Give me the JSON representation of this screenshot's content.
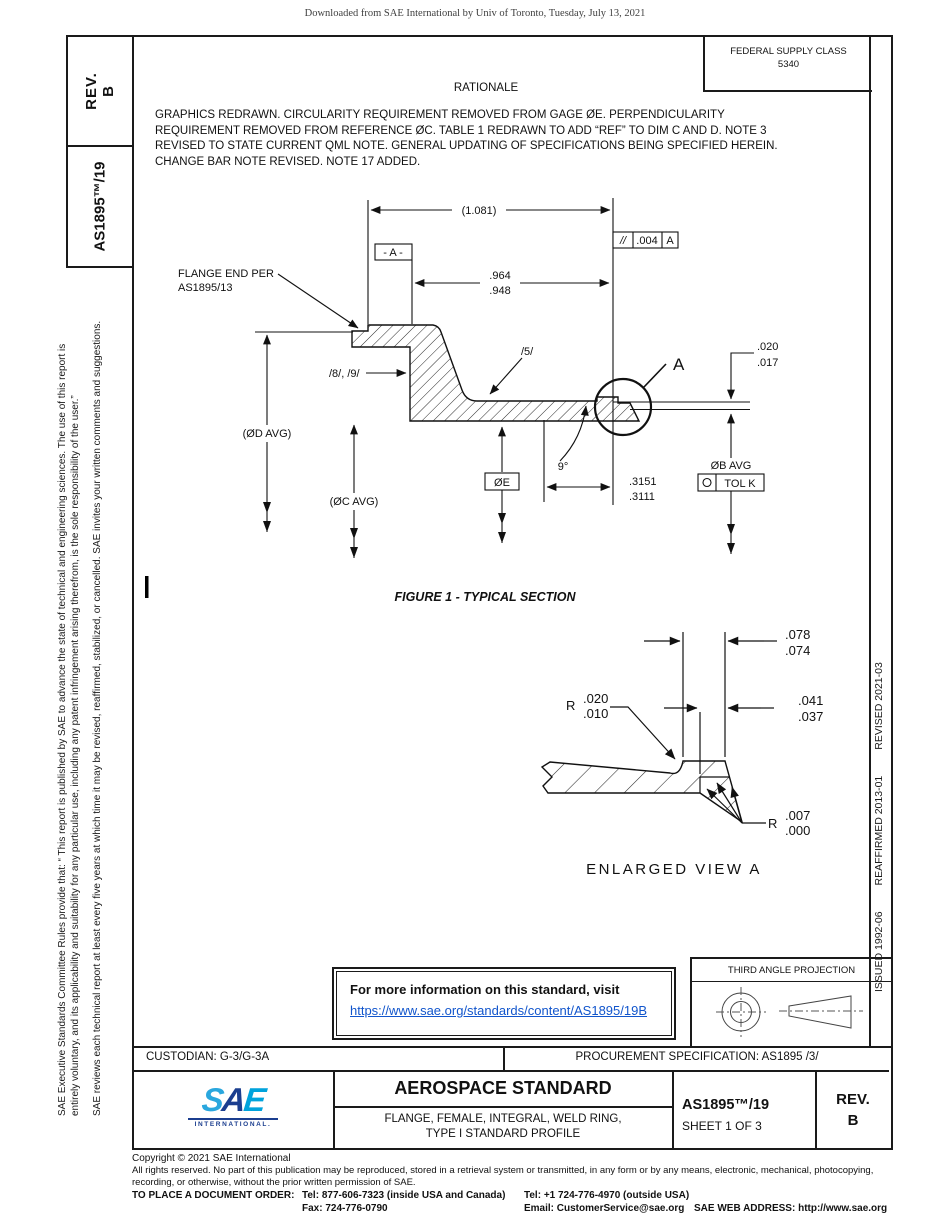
{
  "header": {
    "download_note": "Downloaded from SAE International by Univ of Toronto, Tuesday, July 13, 2021"
  },
  "left_sidebar": {
    "rev": "REV.\nB",
    "doc_number": "AS1895™/19",
    "legal_1": "SAE Executive Standards Committee Rules provide that: “ This report is published by SAE to advance the state of technical and engineering sciences. The use of this report is\nentirely voluntary, and its applicability and suitability for any particular use, including any patent infringement arising therefrom, is the sole responsibility of the user.”",
    "legal_2": "SAE reviews each technical report at least every five years at which time it may be revised, reaffirmed, stabilized, or cancelled. SAE invites your written comments and suggestions."
  },
  "right_sidebar": {
    "issued": "ISSUED 1992-06",
    "reaffirmed": "REAFFIRMED 2013-01",
    "revised": "REVISED 2021-03"
  },
  "federal_supply": {
    "line1": "FEDERAL SUPPLY CLASS",
    "line2": "5340"
  },
  "rationale": {
    "heading": "RATIONALE",
    "body": "GRAPHICS REDRAWN. CIRCULARITY REQUIREMENT REMOVED FROM GAGE ØE. PERPENDICULARITY\nREQUIREMENT REMOVED FROM REFERENCE ØC. TABLE 1 REDRAWN TO ADD “REF” TO DIM C AND D. NOTE 3\nREVISED TO STATE CURRENT QML NOTE. GENERAL UPDATING OF SPECIFICATIONS BEING SPECIFIED HEREIN.\nCHANGE BAR NOTE REVISED. NOTE 17 ADDED."
  },
  "figure1": {
    "caption": "FIGURE 1 - TYPICAL SECTION",
    "flange_end_line1": "FLANGE END PER",
    "flange_end_line2": "AS1895/13",
    "datum_a": "- A -",
    "fcf_symbol": "//",
    "fcf_value": ".004",
    "fcf_datum": "A",
    "dim_overall": "(1.081)",
    "dim_964": ".964",
    "dim_948": ".948",
    "note_5": "/5/",
    "note_89": "/8/, /9/",
    "dia_d": "(ØD AVG)",
    "dia_c": "(ØC AVG)",
    "dia_e": "ØE",
    "angle_9": "9°",
    "dim_3151": ".3151",
    "dim_3111": ".3111",
    "dim_020": ".020",
    "dim_017": ".017",
    "dia_b": "ØB AVG",
    "tol_k": "TOL K",
    "detail_a": "A"
  },
  "enlarged": {
    "caption": "ENLARGED VIEW A",
    "dim_078": ".078",
    "dim_074": ".074",
    "dim_041": ".041",
    "dim_037": ".037",
    "r_label1": "R",
    "r1_upper": ".020",
    "r1_lower": ".010",
    "r_label2": "R",
    "r2_upper": ".007",
    "r2_lower": ".000"
  },
  "info_box": {
    "line1": "For more information on this standard, visit",
    "link": "https://www.sae.org/standards/content/AS1895/19B"
  },
  "projection_box": {
    "title": "THIRD ANGLE PROJECTION"
  },
  "footer_rows": {
    "custodian": "CUSTODIAN: G-3/G-3A",
    "procurement": "PROCUREMENT SPECIFICATION: AS1895 /3/"
  },
  "title_block": {
    "logo_s": "S",
    "logo_a": "A",
    "logo_e": "E",
    "logo_sub": "INTERNATIONAL.",
    "title": "AEROSPACE STANDARD",
    "subtitle1": "FLANGE, FEMALE, INTEGRAL, WELD RING,",
    "subtitle2": "TYPE I STANDARD PROFILE",
    "doc_number": "AS1895™/19",
    "sheet": "SHEET 1 OF 3",
    "rev_label": "REV.",
    "rev_value": "B"
  },
  "copyright": {
    "line1": "Copyright © 2021 SAE International",
    "line2": "All rights reserved. No part of this publication may be reproduced, stored in a retrieval system or transmitted, in any form or by any means, electronic, mechanical, photocopying,",
    "line3": "recording, or otherwise, without the prior written permission of SAE.",
    "order_label": "TO PLACE A DOCUMENT ORDER:",
    "tel1": "Tel: 877-606-7323 (inside USA and Canada)",
    "tel2": "Tel: +1 724-776-4970 (outside USA)",
    "fax": "Fax: 724-776-0790",
    "email": "Email: CustomerService@sae.org",
    "web": "SAE WEB ADDRESS: http://www.sae.org"
  },
  "colors": {
    "ink": "#1a1a1a",
    "link_blue": "#1155cc",
    "sae_s": "#2aa7de",
    "sae_a": "#1b3e8f",
    "sae_e": "#00a3dc"
  }
}
